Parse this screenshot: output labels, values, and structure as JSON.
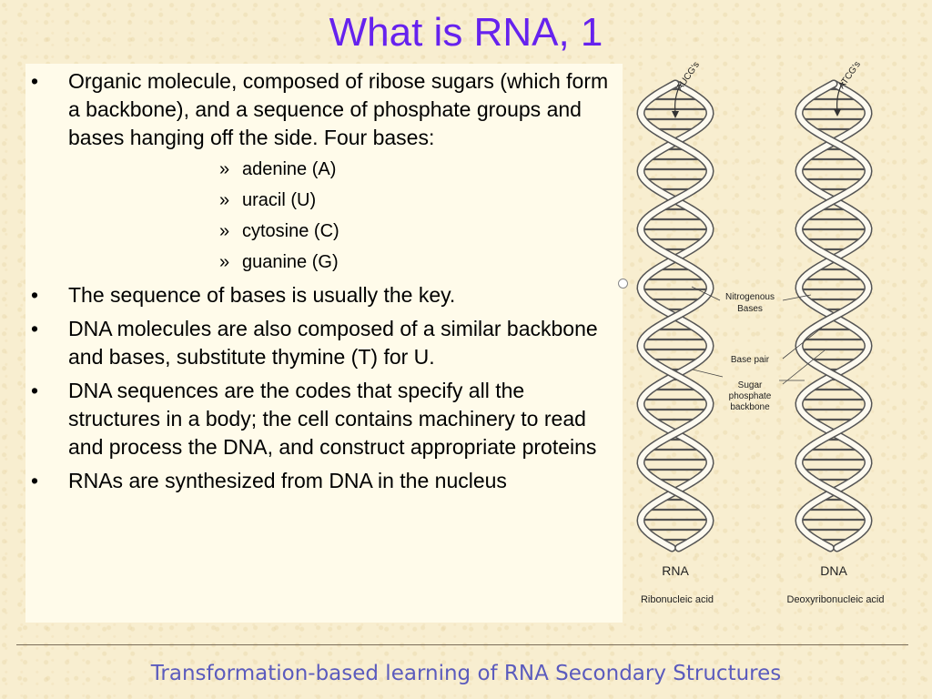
{
  "slide": {
    "title": "What is RNA, 1",
    "footer": "Transformation-based learning of RNA Secondary Structures"
  },
  "bullets": [
    {
      "mark": "•",
      "text": "Organic molecule, composed of ribose sugars (which form a backbone), and a sequence of phosphate groups and bases hanging off the side.  Four bases:"
    },
    {
      "mark": "•",
      "text": "The sequence of bases is usually the key."
    },
    {
      "mark": "•",
      "text": "DNA molecules are also composed of a similar backbone and bases, substitute thymine (T) for U."
    },
    {
      "mark": "•",
      "text": "DNA sequences are the codes that specify all the structures in a body; the cell contains machinery to read and process the DNA, and construct appropriate proteins"
    },
    {
      "mark": "•",
      "text": "RNAs are synthesized from DNA in the nucleus"
    }
  ],
  "bases": [
    {
      "mark": "»",
      "text": "adenine (A)"
    },
    {
      "mark": "»",
      "text": "uracil (U)"
    },
    {
      "mark": "»",
      "text": "cytosine (C)"
    },
    {
      "mark": "»",
      "text": "guanine (G)"
    }
  ],
  "figure": {
    "rna_seq_label": "AUCG's",
    "dna_seq_label": "ATCG's",
    "nitrogenous_bases_label": "Nitrogenous Bases",
    "base_pair_label": "Base pair",
    "sugar_phosphate_label": "Sugar phosphate backbone",
    "rna_title": "RNA",
    "rna_subtitle": "Ribonucleic acid",
    "dna_title": "DNA",
    "dna_subtitle": "Deoxyribonucleic acid"
  },
  "colors": {
    "title": "#6622ee",
    "footer": "#5b5bbd",
    "background": "#f8eed0",
    "content_box": "#fffbea"
  }
}
